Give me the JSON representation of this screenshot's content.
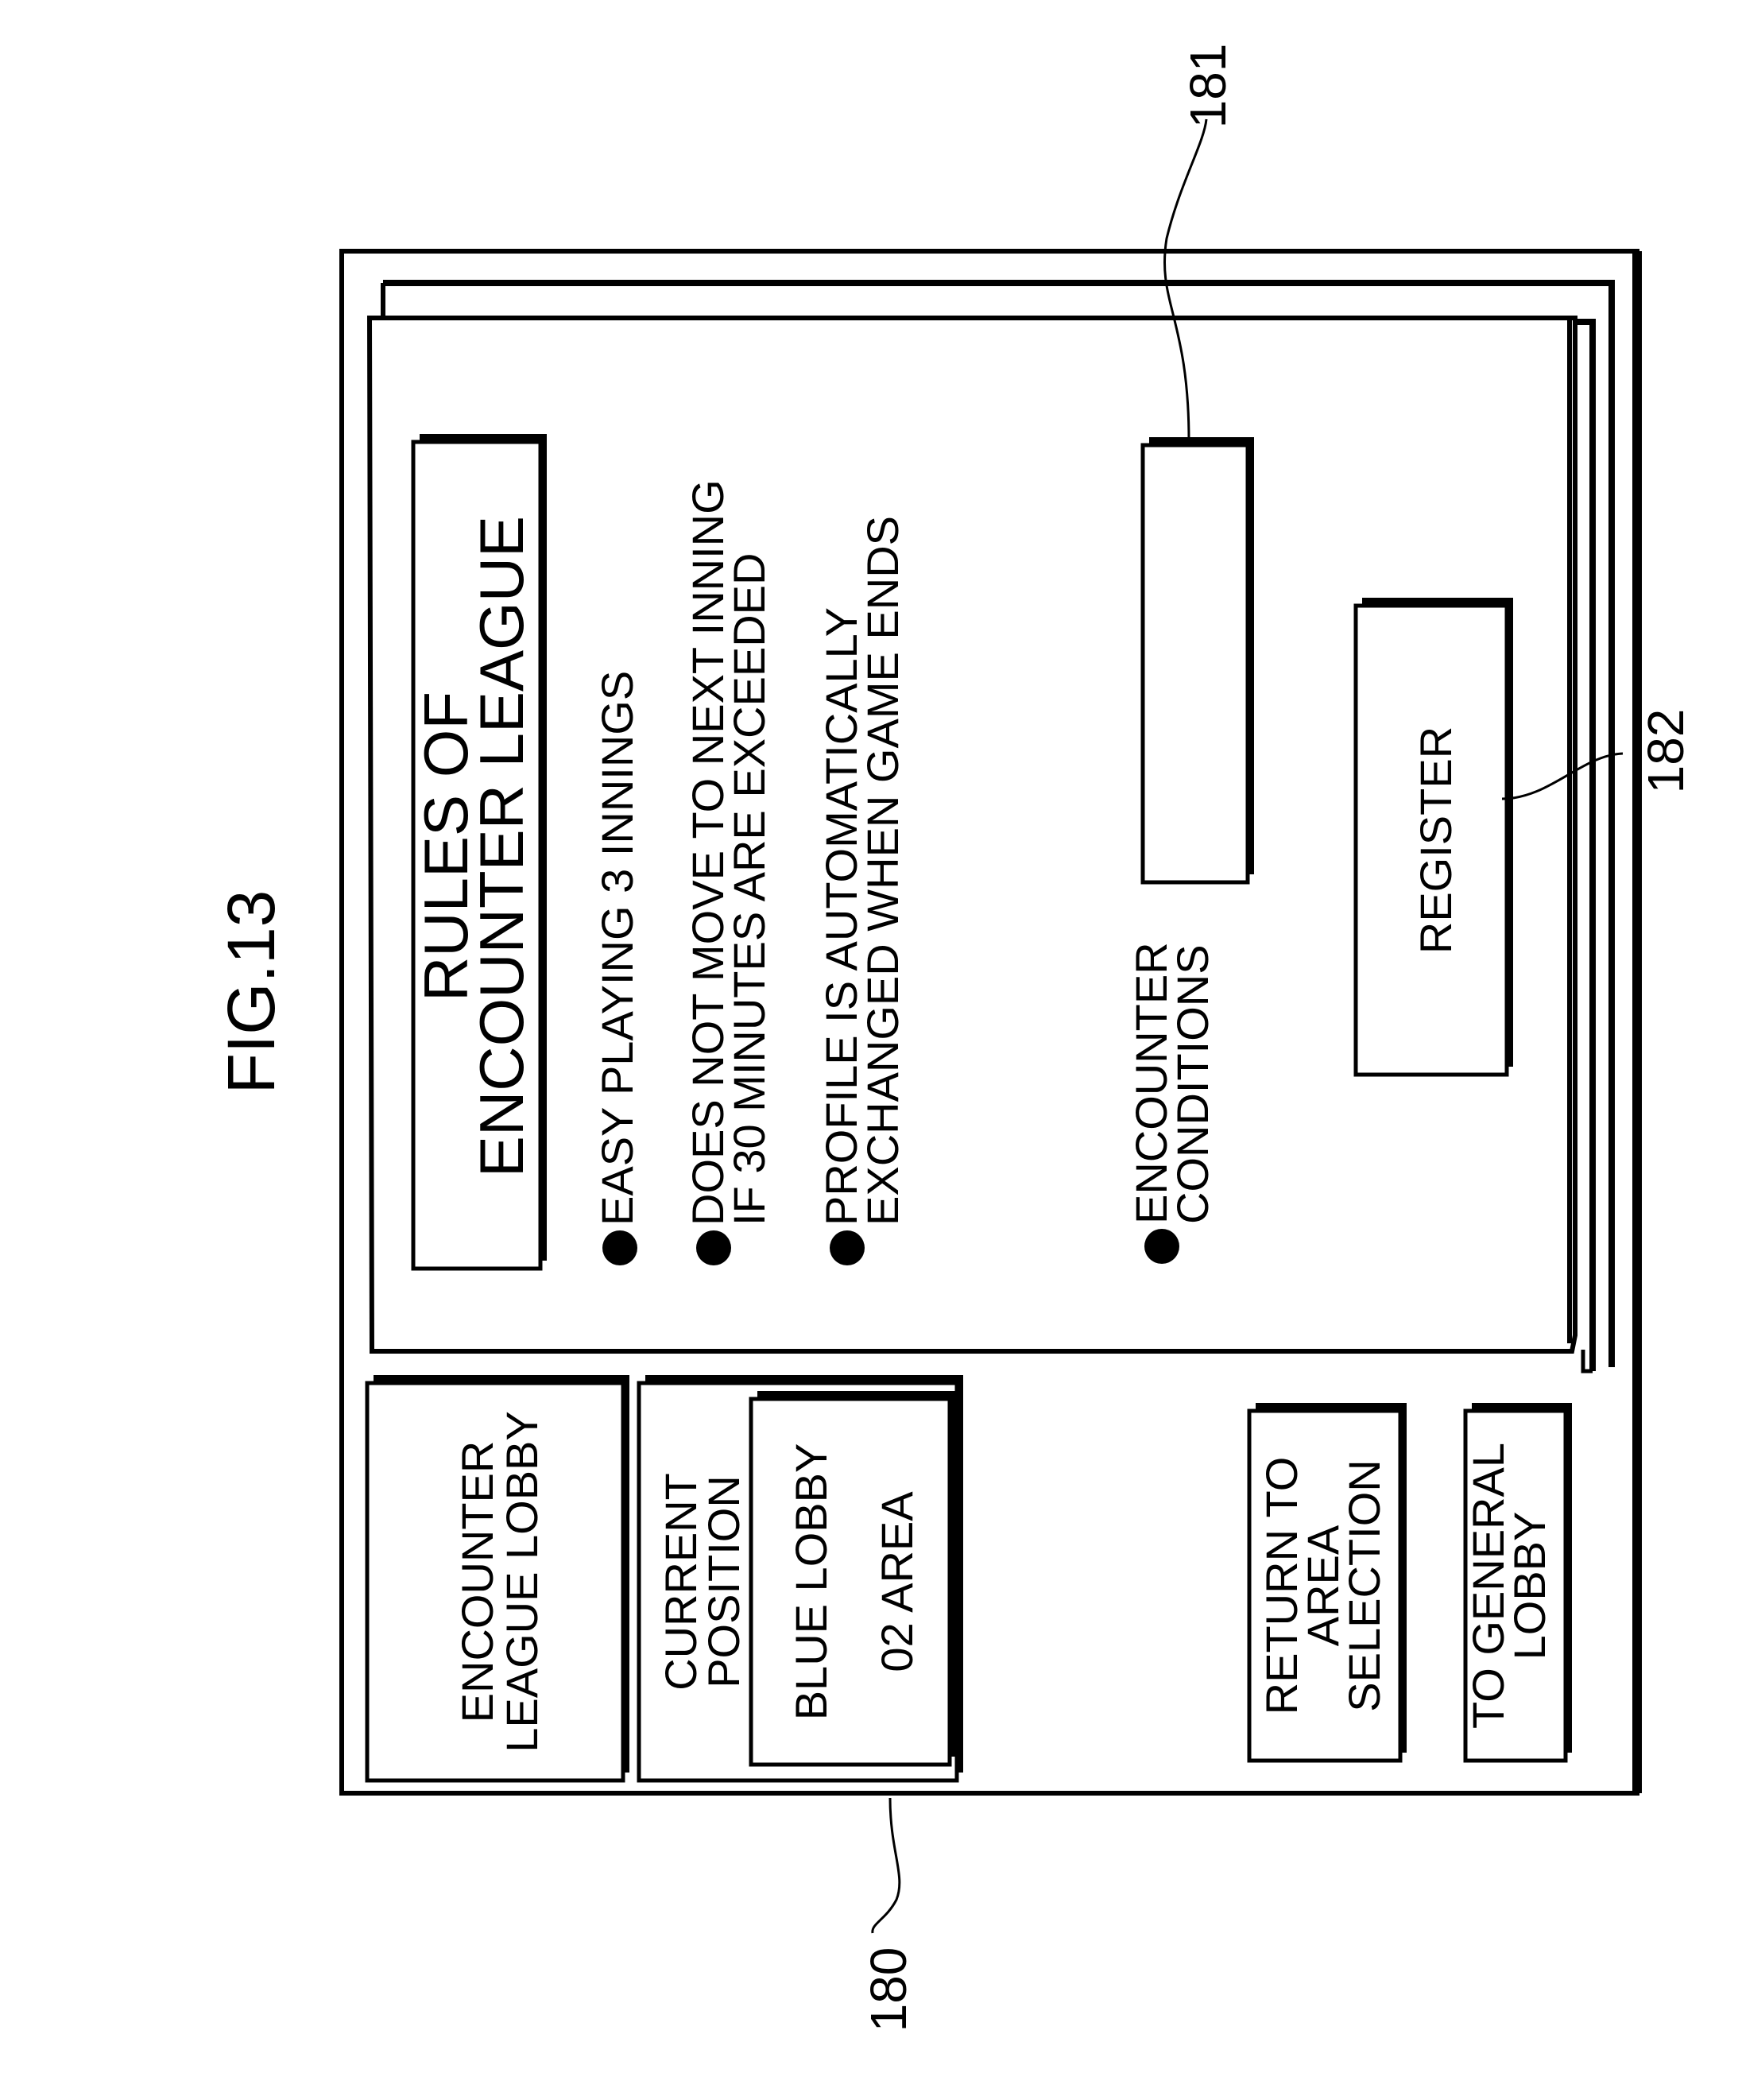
{
  "figure": {
    "label": "FIG.13"
  },
  "refs": {
    "screen": "180",
    "conditions_box": "181",
    "register_button": "182"
  },
  "panel": {
    "title_lines": [
      "RULES OF",
      "ENCOUNTER LEAGUE"
    ],
    "rules": [
      {
        "lines": [
          "EASY PLAYING  3 INNINGS"
        ]
      },
      {
        "lines": [
          "DOES NOT MOVE TO NEXT INNING",
          "IF 30 MINUTES ARE EXCEEDED"
        ]
      },
      {
        "lines": [
          "PROFILE IS AUTOMATICALLY",
          "EXCHANGED WHEN GAME ENDS"
        ]
      }
    ],
    "conditions_label_lines": [
      "ENCOUNTER",
      "CONDITIONS"
    ],
    "register_label": "REGISTER"
  },
  "lobby_box": {
    "lines": [
      "ENCOUNTER",
      "LEAGUE LOBBY"
    ]
  },
  "position": {
    "header_lines": [
      "CURRENT",
      "POSITION"
    ],
    "lobby": "BLUE LOBBY",
    "area": "02 AREA"
  },
  "nav": {
    "return_lines": [
      "RETURN TO",
      "AREA",
      "SELECTION"
    ],
    "general_lines": [
      "TO GENERAL",
      "LOBBY"
    ]
  }
}
